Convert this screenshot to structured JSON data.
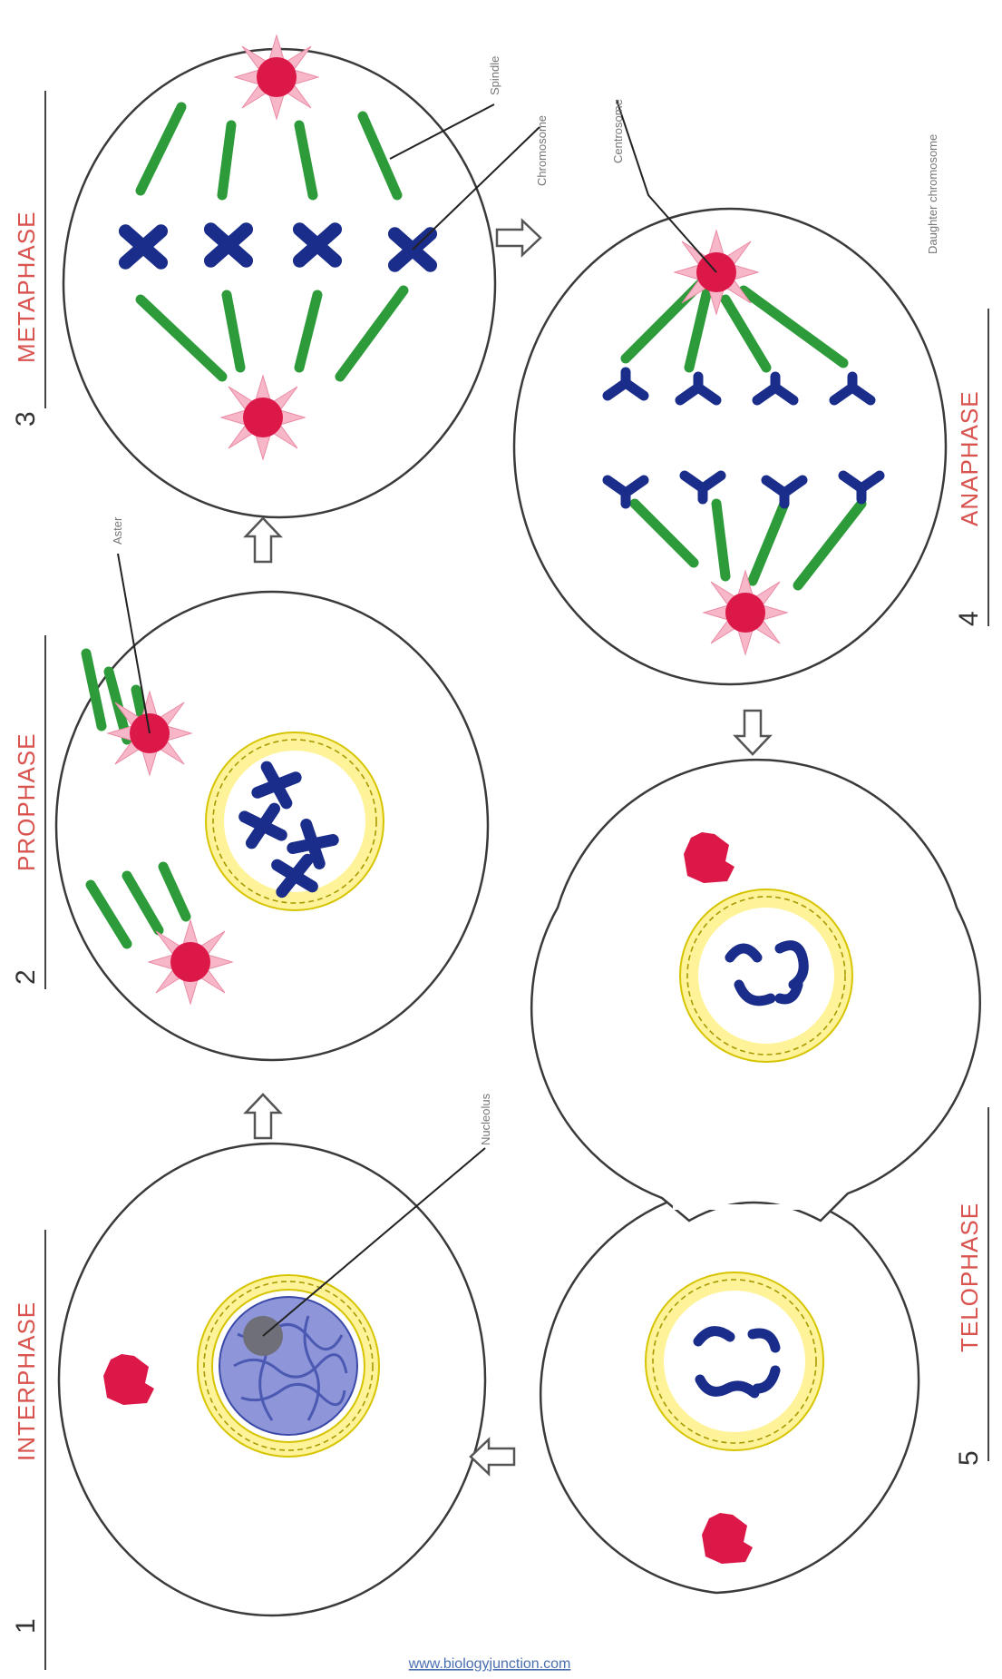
{
  "diagram": {
    "stages": [
      {
        "number": "1",
        "name": "INTERPHASE"
      },
      {
        "number": "2",
        "name": "PROPHASE"
      },
      {
        "number": "3",
        "name": "METAPHASE"
      },
      {
        "number": "4",
        "name": "ANAPHASE"
      },
      {
        "number": "5",
        "name": "TELOPHASE"
      }
    ],
    "part_labels": {
      "nucleolus": "Nucleolus",
      "aster": "Aster",
      "spindle": "Spindle",
      "chromosome": "Chromosome",
      "centrosome": "Centrosome",
      "daughter_chromosome": "Daughter chromosome"
    },
    "credit": "www.biologyjunction.com",
    "colors": {
      "spindle": "#2e9b3a",
      "chromosome": "#1b2d8a",
      "centrosome": "#dc1848",
      "aster_rays": "#f7b7c8",
      "nuclear_envelope": "#fff39a",
      "stage_label": "#d9534f",
      "credit": "#4a6fb0"
    }
  }
}
